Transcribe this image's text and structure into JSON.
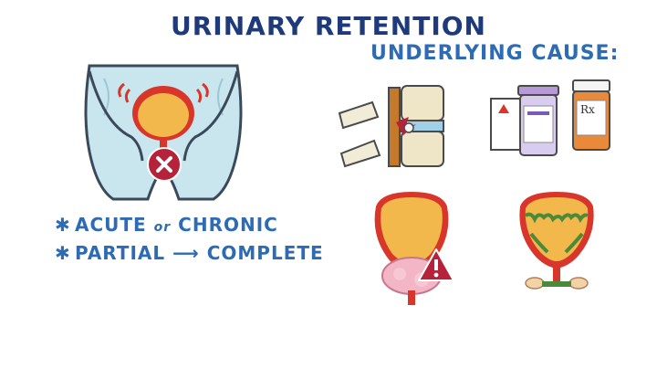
{
  "title": "URINARY RETENTION",
  "subtitle": "UNDERLYING CAUSE:",
  "bullets": [
    {
      "star": "✱",
      "prefix": "ACUTE",
      "connector": "or",
      "suffix": "CHRONIC"
    },
    {
      "star": "✱",
      "prefix": "PARTIAL",
      "connector": "⟶",
      "suffix": "COMPLETE"
    }
  ],
  "icons": {
    "pelvis": "pelvis-bladder-icon",
    "blocked": "x-circle-icon",
    "spine": "spine-injury-icon",
    "medication": "medication-bottles-icon",
    "prostate": "enlarged-prostate-icon",
    "warning": "warning-icon",
    "bladder_stones": "bladder-obstruction-icon"
  },
  "medication_label": "Rx",
  "colors": {
    "title": "#1f3a7a",
    "accent": "#2e6bb5",
    "bladder_red": "#d9362b",
    "urine": "#f2b84b",
    "skin_blue": "#c9e6ee"
  }
}
